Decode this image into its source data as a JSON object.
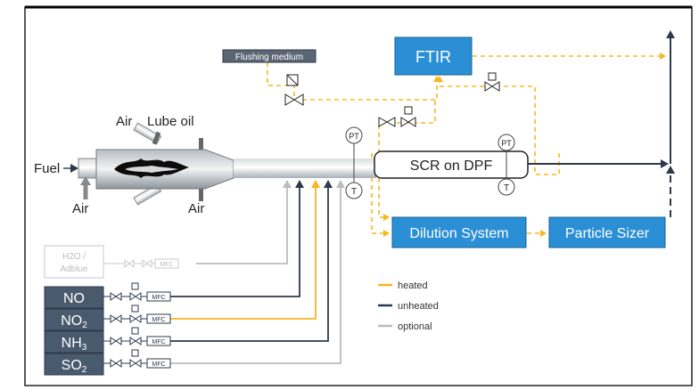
{
  "labels": {
    "flushing_medium": "Flushing medium",
    "ftir": "FTIR",
    "air_top": "Air",
    "lube_oil": "Lube oil",
    "fuel": "Fuel",
    "air_bottom_left": "Air",
    "air_bottom_right": "Air",
    "scr_on_dpf": "SCR on DPF",
    "dilution_system": "Dilution System",
    "particle_sizer": "Particle Sizer",
    "pt": "PT",
    "t": "T",
    "h2o_line1": "H2O /",
    "h2o_line2": "Adblue",
    "mfc": "MFC"
  },
  "gases": [
    {
      "label": "NO",
      "sub": ""
    },
    {
      "label": "NO",
      "sub": "2"
    },
    {
      "label": "NH",
      "sub": "3"
    },
    {
      "label": "SO",
      "sub": "2"
    }
  ],
  "legend": {
    "heated": "heated",
    "unheated": "unheated",
    "optional": "optional"
  },
  "colors": {
    "heated": "#f5b820",
    "unheated": "#2e3a4c",
    "optional": "#bcbcbc",
    "blue_box": "#2b8fd6",
    "gas_box": "#4a5a6e"
  }
}
